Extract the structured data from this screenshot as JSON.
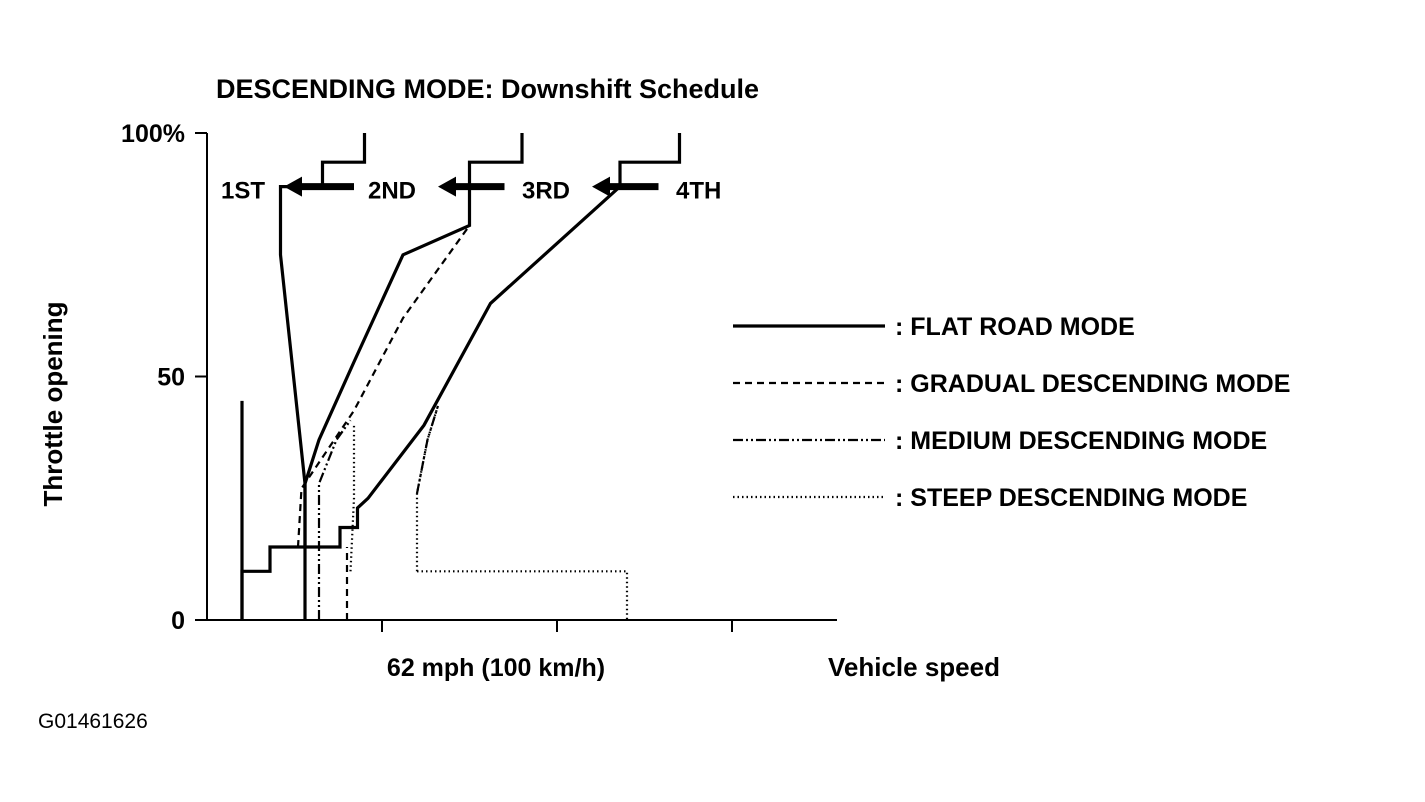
{
  "chart_data": {
    "type": "line",
    "title": "DESCENDING MODE: Downshift Schedule",
    "xlabel": "Vehicle speed",
    "ylabel": "Throttle opening",
    "x_tick_label": "62 mph (100 km/h)",
    "x_tick_value": 100,
    "xlim": [
      0,
      180
    ],
    "ylim": [
      0,
      100
    ],
    "y_ticks": [
      {
        "value": 0,
        "label": "0"
      },
      {
        "value": 50,
        "label": "50"
      },
      {
        "value": 100,
        "label": "100%"
      }
    ],
    "x_ticks": [
      50,
      100,
      150
    ],
    "grid": false,
    "gear_labels": [
      {
        "text": "1ST",
        "x": 4,
        "y": 89
      },
      {
        "text": "2ND",
        "x": 46,
        "y": 89
      },
      {
        "text": "3RD",
        "x": 90,
        "y": 89
      },
      {
        "text": "4TH",
        "x": 134,
        "y": 89
      }
    ],
    "shift_arrows": [
      {
        "x_from": 42,
        "x_to": 22,
        "y": 89
      },
      {
        "x_from": 85,
        "x_to": 66,
        "y": 89
      },
      {
        "x_from": 129,
        "x_to": 110,
        "y": 89
      }
    ],
    "series": [
      {
        "name": "FLAT ROAD MODE",
        "style": "solid",
        "lines": [
          [
            [
              10,
              0
            ],
            [
              10,
              10
            ],
            [
              18,
              10
            ],
            [
              18,
              15
            ],
            [
              28,
              15
            ],
            [
              28,
              28
            ],
            [
              32,
              37
            ],
            [
              42,
              53
            ],
            [
              56,
              75
            ],
            [
              75,
              81
            ],
            [
              75,
              94
            ],
            [
              90,
              94
            ],
            [
              90,
              100
            ]
          ],
          [
            [
              28,
              15
            ],
            [
              38,
              15
            ],
            [
              38,
              19
            ],
            [
              43,
              19
            ],
            [
              43,
              23
            ],
            [
              46,
              25
            ],
            [
              62,
              40
            ],
            [
              81,
              65
            ],
            [
              118,
              89
            ],
            [
              118,
              94
            ],
            [
              135,
              94
            ],
            [
              135,
              100
            ]
          ],
          [
            [
              28,
              15
            ],
            [
              28,
              28
            ],
            [
              21,
              75
            ],
            [
              21,
              89
            ],
            [
              33,
              89
            ],
            [
              33,
              94
            ],
            [
              45,
              94
            ],
            [
              45,
              100
            ]
          ],
          [
            [
              10,
              0
            ],
            [
              10,
              45
            ]
          ],
          [
            [
              28,
              0
            ],
            [
              28,
              15
            ]
          ]
        ]
      },
      {
        "name": "GRADUAL DESCENDING MODE",
        "style": "dashed",
        "lines": [
          [
            [
              26,
              15
            ],
            [
              27,
              27
            ],
            [
              42,
              43
            ],
            [
              56,
              62
            ],
            [
              75,
              81
            ]
          ],
          [
            [
              40,
              0
            ],
            [
              40,
              15
            ]
          ]
        ]
      },
      {
        "name": "MEDIUM DESCENDING MODE",
        "style": "dash-dot-dot",
        "lines": [
          [
            [
              32,
              0
            ],
            [
              32,
              28
            ],
            [
              37,
              37
            ],
            [
              41,
              41
            ]
          ],
          [
            [
              60,
              26
            ],
            [
              63,
              37
            ],
            [
              66,
              44
            ]
          ]
        ]
      },
      {
        "name": "STEEP DESCENDING MODE",
        "style": "dotted",
        "lines": [
          [
            [
              41,
              10
            ],
            [
              42,
              25
            ],
            [
              42,
              40
            ]
          ],
          [
            [
              60,
              10
            ],
            [
              60,
              26
            ],
            [
              63,
              37
            ],
            [
              66,
              44
            ]
          ],
          [
            [
              60,
              10
            ],
            [
              120,
              10
            ],
            [
              120,
              0
            ]
          ]
        ]
      }
    ],
    "legend": [
      {
        "label": ": FLAT ROAD MODE",
        "style": "solid"
      },
      {
        "label": ": GRADUAL DESCENDING MODE",
        "style": "dashed"
      },
      {
        "label": ": MEDIUM DESCENDING MODE",
        "style": "dash-dot-dot"
      },
      {
        "label": ": STEEP DESCENDING MODE",
        "style": "dotted"
      }
    ],
    "legend_position": "right",
    "line_color": "#000000"
  },
  "figure_code": "G01461626"
}
